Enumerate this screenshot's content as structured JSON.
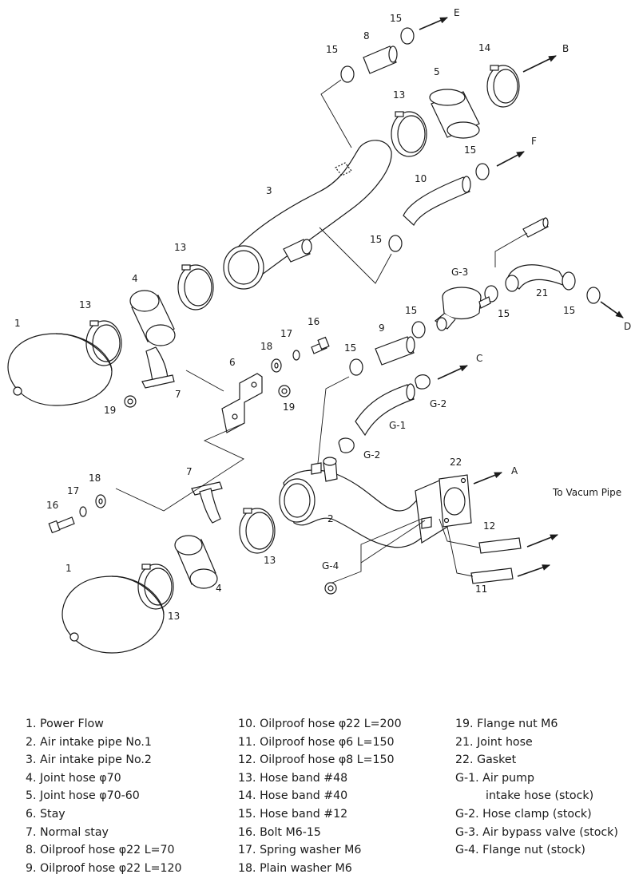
{
  "callouts": {
    "n1a": "1",
    "n1b": "1",
    "n2": "2",
    "n3": "3",
    "n4a": "4",
    "n4b": "4",
    "n5": "5",
    "n6": "6",
    "n7a": "7",
    "n7b": "7",
    "n8": "8",
    "n9": "9",
    "n10": "10",
    "n11": "11",
    "n12": "12",
    "n13a": "13",
    "n13b": "13",
    "n13c": "13",
    "n13d": "13",
    "n14": "14",
    "n15a": "15",
    "n15b": "15",
    "n15c": "15",
    "n15d": "15",
    "n15e": "15",
    "n15f": "15",
    "n15g": "15",
    "n16a": "16",
    "n16b": "16",
    "n17a": "17",
    "n17b": "17",
    "n18a": "18",
    "n18b": "18",
    "n19a": "19",
    "n19b": "19",
    "n21": "21",
    "n22": "22",
    "g1": "G-1",
    "g2a": "G-2",
    "g2b": "G-2",
    "g3": "G-3",
    "g4": "G-4",
    "arrowA": "A",
    "arrowB": "B",
    "arrowC": "C",
    "arrowD": "D",
    "arrowE": "E",
    "arrowF": "F",
    "vacuum": "To Vacum Pipe"
  },
  "legend": {
    "col1": [
      "1. Power Flow",
      "2. Air intake pipe  No.1",
      "3. Air intake pipe  No.2",
      "4. Joint hose  φ70",
      "5. Joint hose  φ70-60",
      "6. Stay",
      "7. Normal stay",
      "8. Oilproof hose  φ22  L=70",
      "9. Oilproof hose  φ22  L=120"
    ],
    "col2": [
      "10. Oilproof hose  φ22  L=200",
      "11. Oilproof hose  φ6   L=150",
      "12. Oilproof hose  φ8   L=150",
      "13. Hose band  #48",
      "14. Hose band  #40",
      "15. Hose band  #12",
      "16. Bolt  M6-15",
      "17. Spring washer  M6",
      "18. Plain washer  M6"
    ],
    "col3": [
      {
        "text": "19. Flange nut  M6"
      },
      {
        "text": "21. Joint hose"
      },
      {
        "text": "22. Gasket"
      },
      {
        "text": "G-1. Air pump",
        "cont": "intake hose (stock)"
      },
      {
        "text": "G-2. Hose clamp (stock)"
      },
      {
        "text": "G-3. Air bypass valve (stock)"
      },
      {
        "text": "G-4. Flange nut (stock)"
      }
    ]
  }
}
